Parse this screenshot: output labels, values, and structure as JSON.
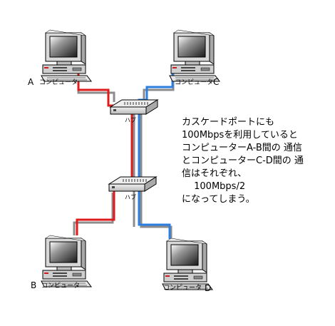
{
  "computers": [
    {
      "id": "A",
      "letter": "A",
      "caption": "コンピュータ"
    },
    {
      "id": "B",
      "letter": "B",
      "caption": "コンピュータ"
    },
    {
      "id": "C",
      "letter": "C",
      "caption": "コンピュータ"
    },
    {
      "id": "D",
      "letter": "D",
      "caption": "コンピュータ"
    }
  ],
  "hubs": [
    {
      "id": "hub-top",
      "caption": "ハブ"
    },
    {
      "id": "hub-bottom",
      "caption": "ハブ"
    }
  ],
  "note": {
    "lines": [
      "カスケードポートにも",
      "100Mbpsを利用していると",
      "コンピューターA-B間の 通信",
      "とコンピューターC-D間の 通",
      "信はそれぞれ、",
      "　  100Mbps/2",
      "になってしまう。"
    ]
  },
  "colors": {
    "link_red": "#e01b1b",
    "link_blue": "#2a7fe0",
    "link_gray": "#8c8c8c",
    "background": "#ffffff"
  }
}
